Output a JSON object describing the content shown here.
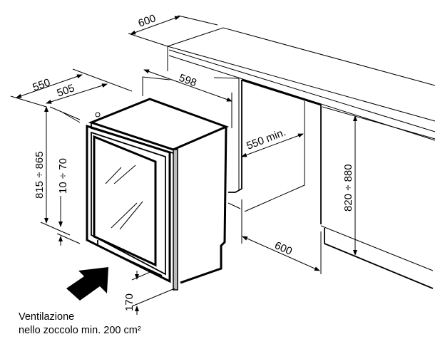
{
  "dimensions": {
    "counter_depth": "600",
    "niche_width": "598",
    "niche_depth_min": "550 min.",
    "cabinet_width": "600",
    "niche_height": "820 ÷ 880",
    "appliance_depth": "550",
    "appliance_body_depth": "505",
    "appliance_height": "815 ÷ 865",
    "foot_adjust": "10 ÷ 70",
    "plinth_height": "170"
  },
  "caption": {
    "line1": "Ventilazione",
    "line2": "nello zoccolo min. 200 cm²"
  }
}
